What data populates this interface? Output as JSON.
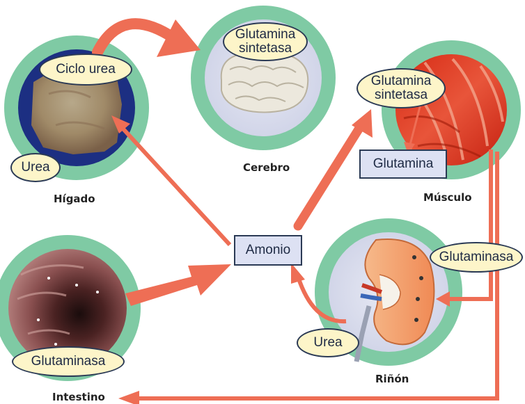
{
  "organs": {
    "higado": "Hígado",
    "cerebro": "Cerebro",
    "musculo": "Músculo",
    "intestino": "Intestino",
    "rinon": "Riñón"
  },
  "bubbles": {
    "ciclo_urea": "Ciclo urea",
    "urea_higado": "Urea",
    "cerebro_enzyme": [
      "Glutamina",
      "sintetasa"
    ],
    "musculo_enzyme": [
      "Glutamina",
      "sintetasa"
    ],
    "glutaminasa_rinon": "Glutaminasa",
    "glutaminasa_intestino": "Glutaminasa",
    "urea_rinon": "Urea"
  },
  "boxes": {
    "amonio": "Amonio",
    "glutamina": "Glutamina"
  },
  "colors": {
    "ring": "#7fcaa4",
    "arrow": "#ee6e55",
    "bubble_fill": "#fdf5c9",
    "box_fill": "#dde1f3",
    "outline": "#2b3a55"
  }
}
